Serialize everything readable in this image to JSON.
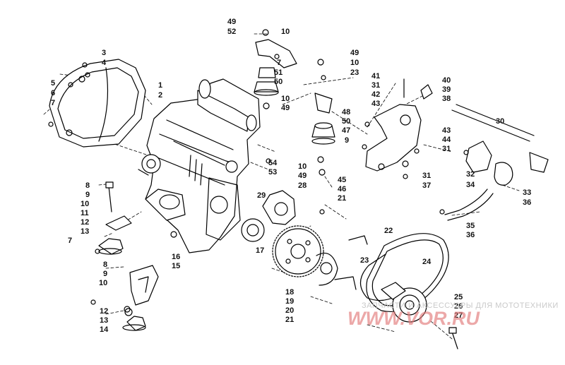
{
  "callouts": [
    {
      "id": "c49a",
      "text": "49"
    },
    {
      "id": "c52",
      "text": "52"
    },
    {
      "id": "c10a",
      "text": "10"
    },
    {
      "id": "c3",
      "text": "3"
    },
    {
      "id": "c4",
      "text": "4"
    },
    {
      "id": "c5",
      "text": "5"
    },
    {
      "id": "c6",
      "text": "6"
    },
    {
      "id": "c7a",
      "text": "7"
    },
    {
      "id": "c1",
      "text": "1"
    },
    {
      "id": "c2",
      "text": "2"
    },
    {
      "id": "c7b",
      "text": "7"
    },
    {
      "id": "c51",
      "text": "51"
    },
    {
      "id": "c50a",
      "text": "50"
    },
    {
      "id": "c10b",
      "text": "10"
    },
    {
      "id": "c49b",
      "text": "49"
    },
    {
      "id": "c49c",
      "text": "49"
    },
    {
      "id": "c10c",
      "text": "10"
    },
    {
      "id": "c23a",
      "text": "23"
    },
    {
      "id": "c41",
      "text": "41"
    },
    {
      "id": "c31a",
      "text": "31"
    },
    {
      "id": "c42",
      "text": "42"
    },
    {
      "id": "c43a",
      "text": "43"
    },
    {
      "id": "c40",
      "text": "40"
    },
    {
      "id": "c39",
      "text": "39"
    },
    {
      "id": "c38",
      "text": "38"
    },
    {
      "id": "c48",
      "text": "48"
    },
    {
      "id": "c50b",
      "text": "50"
    },
    {
      "id": "c47",
      "text": "47"
    },
    {
      "id": "c9a",
      "text": "9"
    },
    {
      "id": "c30",
      "text": "30"
    },
    {
      "id": "c43b",
      "text": "43"
    },
    {
      "id": "c44",
      "text": "44"
    },
    {
      "id": "c31b",
      "text": "31"
    },
    {
      "id": "c54",
      "text": "54"
    },
    {
      "id": "c53",
      "text": "53"
    },
    {
      "id": "c10d",
      "text": "10"
    },
    {
      "id": "c49d",
      "text": "49"
    },
    {
      "id": "c28",
      "text": "28"
    },
    {
      "id": "c45",
      "text": "45"
    },
    {
      "id": "c46",
      "text": "46"
    },
    {
      "id": "c21a",
      "text": "21"
    },
    {
      "id": "c31c",
      "text": "31"
    },
    {
      "id": "c37",
      "text": "37"
    },
    {
      "id": "c32",
      "text": "32"
    },
    {
      "id": "c34",
      "text": "34"
    },
    {
      "id": "c33",
      "text": "33"
    },
    {
      "id": "c36a",
      "text": "36"
    },
    {
      "id": "c29",
      "text": "29"
    },
    {
      "id": "c8a",
      "text": "8"
    },
    {
      "id": "c9b",
      "text": "9"
    },
    {
      "id": "c10e",
      "text": "10"
    },
    {
      "id": "c11",
      "text": "11"
    },
    {
      "id": "c12a",
      "text": "12"
    },
    {
      "id": "c13a",
      "text": "13"
    },
    {
      "id": "c7c",
      "text": "7"
    },
    {
      "id": "c35",
      "text": "35"
    },
    {
      "id": "c36b",
      "text": "36"
    },
    {
      "id": "c22",
      "text": "22"
    },
    {
      "id": "c17",
      "text": "17"
    },
    {
      "id": "c16",
      "text": "16"
    },
    {
      "id": "c15",
      "text": "15"
    },
    {
      "id": "c8b",
      "text": "8"
    },
    {
      "id": "c9c",
      "text": "9"
    },
    {
      "id": "c10f",
      "text": "10"
    },
    {
      "id": "c23b",
      "text": "23"
    },
    {
      "id": "c24",
      "text": "24"
    },
    {
      "id": "c18",
      "text": "18"
    },
    {
      "id": "c19",
      "text": "19"
    },
    {
      "id": "c20",
      "text": "20"
    },
    {
      "id": "c21b",
      "text": "21"
    },
    {
      "id": "c12b",
      "text": "12"
    },
    {
      "id": "c13b",
      "text": "13"
    },
    {
      "id": "c14",
      "text": "14"
    },
    {
      "id": "c25",
      "text": "25"
    },
    {
      "id": "c26",
      "text": "26"
    },
    {
      "id": "c27",
      "text": "27"
    }
  ],
  "watermark": {
    "text": "ЗАПЧАСТИ И АКСЕССУАРЫ ДЛЯ МОТОТЕХНИКИ",
    "logo": "WWW.VOR.RU",
    "color": "#e27a7a"
  }
}
